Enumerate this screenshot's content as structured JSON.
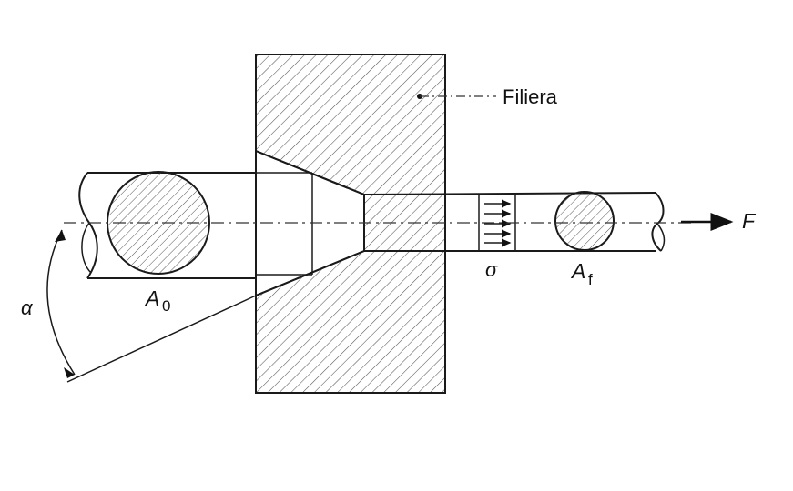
{
  "labels": {
    "die": "Filiera",
    "force": "F",
    "initial_area_symbol": "A",
    "initial_area_sub": "0",
    "final_area_symbol": "A",
    "final_area_sub": "f",
    "stress": "σ",
    "angle": "α"
  }
}
